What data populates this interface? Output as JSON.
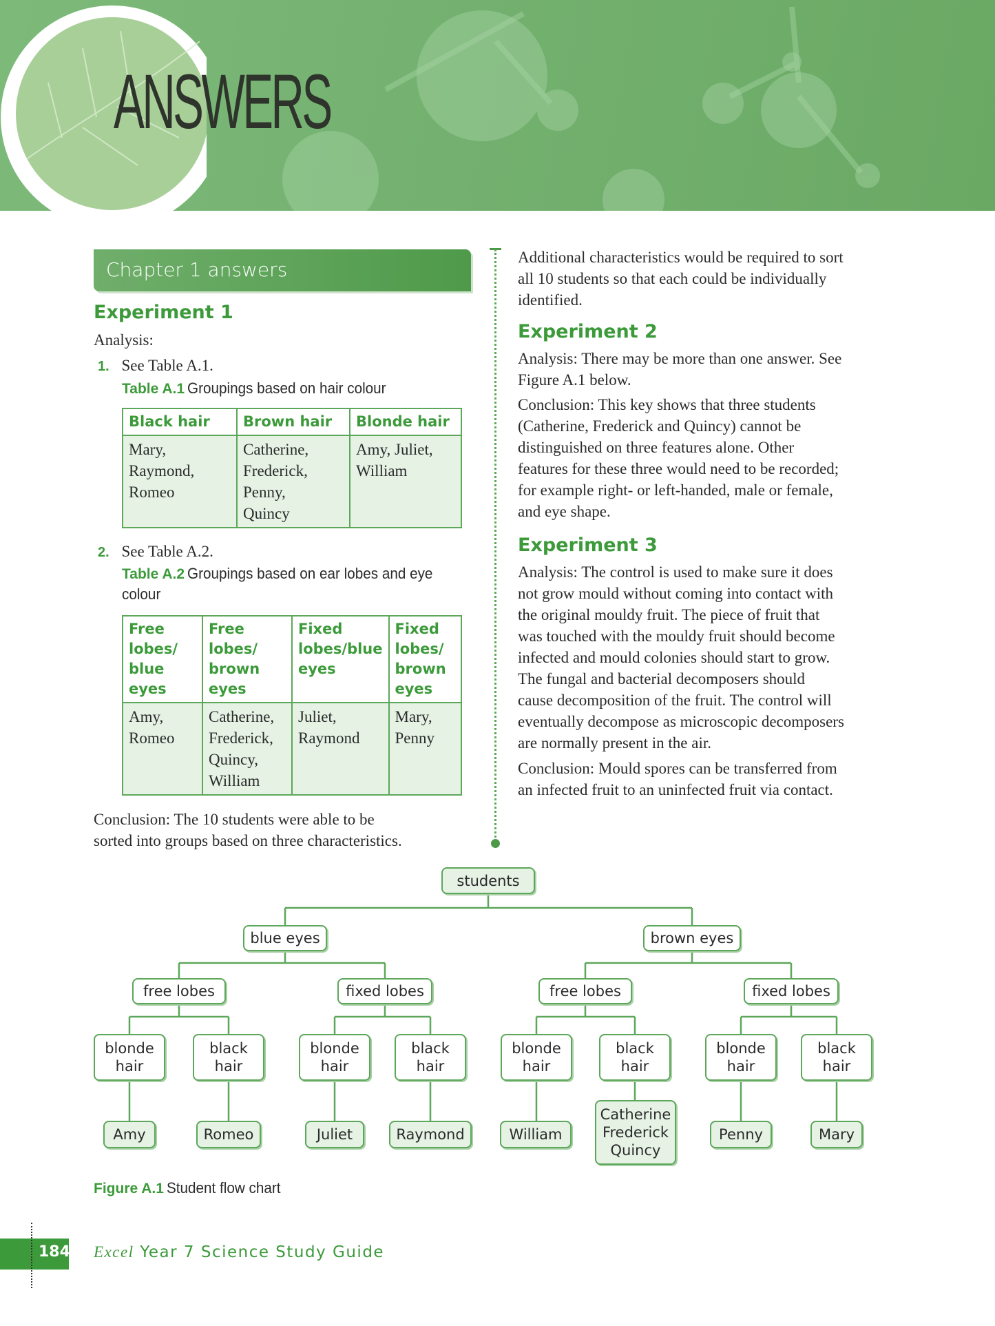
{
  "banner": {
    "title": "ANSWERS"
  },
  "chapter_title": "Chapter 1 answers",
  "exp1": {
    "heading": "Experiment 1",
    "analysis": "Analysis:",
    "item1_num": "1.",
    "item1_text": "See Table A.1.",
    "table1_label": "Table A.1",
    "table1_caption": "Groupings based on hair colour",
    "table1": {
      "headers": [
        "Black hair",
        "Brown hair",
        "Blonde hair"
      ],
      "cells": [
        "Mary,\nRaymond,\nRomeo",
        "Catherine,\nFrederick,\nPenny,\nQuincy",
        "Amy, Juliet,\nWilliam"
      ]
    },
    "item2_num": "2.",
    "item2_text": "See Table A.2.",
    "table2_label": "Table A.2",
    "table2_caption_line1": "Groupings based on ear lobes and eye",
    "table2_caption_line2": "colour",
    "table2": {
      "headers": [
        "Free\nlobes/\nblue eyes",
        "Free\nlobes/\nbrown\neyes",
        "Fixed\nlobes/blue\neyes",
        "Fixed\nlobes/\nbrown\neyes"
      ],
      "cells": [
        "Amy,\nRomeo",
        "Catherine,\nFrederick,\nQuincy,\nWilliam",
        "Juliet,\nRaymond",
        "Mary,\nPenny"
      ]
    },
    "conclusion_line1": "Conclusion: The 10 students were able to be",
    "conclusion_line2": "sorted into groups based on three characteristics."
  },
  "right": {
    "intro_lines": [
      "Additional characteristics would be required to sort",
      "all 10 students so that each could be individually",
      "identified."
    ],
    "exp2_heading": "Experiment 2",
    "exp2_analysis_lines": [
      "Analysis: There may be more than one answer. See",
      "Figure A.1 below."
    ],
    "exp2_conclusion_lines": [
      "Conclusion: This key shows that three students",
      "(Catherine, Frederick and Quincy) cannot be",
      "distinguished on three features alone. Other",
      "features for these three would need to be recorded;",
      "for example right- or left-handed, male or female,",
      "and eye shape."
    ],
    "exp3_heading": "Experiment 3",
    "exp3_analysis_lines": [
      "Analysis: The control is used to make sure it does",
      "not grow mould without coming into contact with",
      "the original mouldy fruit. The piece of fruit that",
      "was touched with the mouldy fruit should become",
      "infected and mould colonies should start to grow.",
      "The fungal and bacterial decomposers should",
      "cause decomposition of the fruit. The control will",
      "eventually decompose as microscopic decomposers",
      "are normally present in the air."
    ],
    "exp3_conclusion_lines": [
      "Conclusion: Mould spores can be transferred from",
      "an infected fruit to an uninfected fruit via contact."
    ]
  },
  "flowchart": {
    "root": "students",
    "eyes": [
      "blue eyes",
      "brown eyes"
    ],
    "lobes": [
      "free lobes",
      "fixed lobes",
      "free lobes",
      "fixed lobes"
    ],
    "hair": [
      "blonde\nhair",
      "black\nhair",
      "blonde\nhair",
      "black\nhair",
      "blonde\nhair",
      "black\nhair",
      "blonde\nhair",
      "black\nhair"
    ],
    "names": [
      "Amy",
      "Romeo",
      "Juliet",
      "Raymond",
      "William",
      "Catherine\nFrederick\nQuincy",
      "Penny",
      "Mary"
    ],
    "figure_label": "Figure A.1",
    "figure_caption": "Student flow chart"
  },
  "footer": {
    "page_number": "184",
    "book_italic": "Excel",
    "book_rest": "Year 7 Science Study Guide"
  },
  "colors": {
    "accent": "#3c9a3a",
    "banner": "#74b170",
    "cell_fill": "#e5f2e4"
  }
}
